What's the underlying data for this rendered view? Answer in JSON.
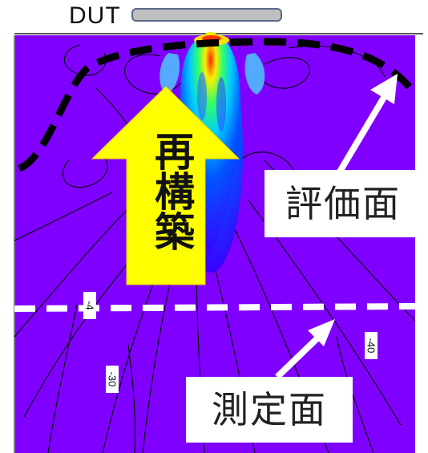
{
  "device": {
    "label": "DUT"
  },
  "labels": {
    "evaluation_plane": "評価面",
    "measurement_plane": "測定面",
    "reconstruction": "再構築"
  },
  "contour_labels": [
    "-4",
    "-30",
    "-40"
  ],
  "colors": {
    "background": "#8000ff",
    "arrow_fill": "#ffff00",
    "eval_line": "#000000",
    "meas_line": "#ffffff"
  }
}
